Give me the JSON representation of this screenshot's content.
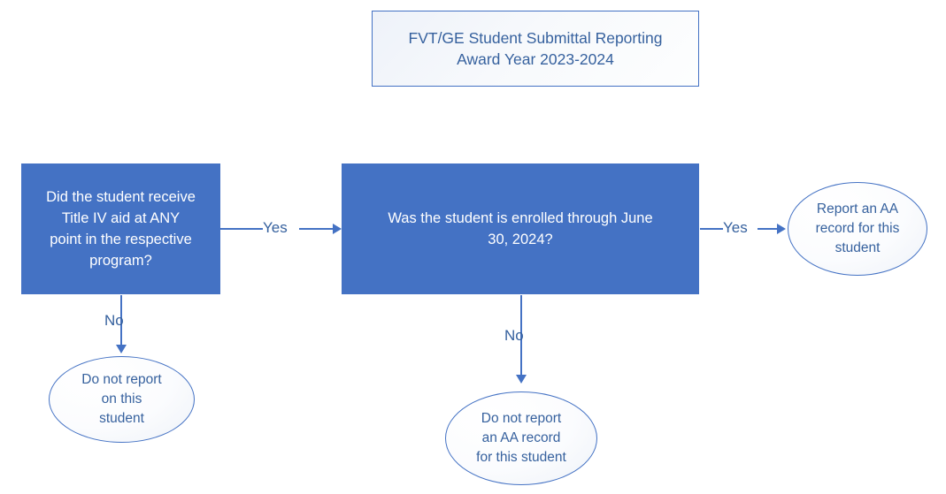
{
  "diagram": {
    "title_box": {
      "text": "FVT/GE Student Submittal Reporting\nAward Year 2023-2024",
      "border_color": "#4472C4",
      "text_color": "#36619E"
    },
    "nodes": [
      {
        "id": "titleiv",
        "shape": "rectangle",
        "text": "Did the student receive\nTitle IV aid at ANY\npoint in the respective\nprogram?",
        "fill": "#4472C4",
        "text_color": "#FFFFFF"
      },
      {
        "id": "enrolled",
        "shape": "rectangle",
        "text": "Was the student is enrolled through June\n30, 2024?",
        "fill": "#4472C4",
        "text_color": "#FFFFFF"
      },
      {
        "id": "report_aa",
        "shape": "ellipse",
        "text": "Report an AA\nrecord for this\nstudent",
        "fill": "#FFFFFF",
        "text_color": "#36619E"
      },
      {
        "id": "no_report",
        "shape": "ellipse",
        "text": "Do not report\non this\nstudent",
        "fill": "#FFFFFF",
        "text_color": "#36619E"
      },
      {
        "id": "no_aa_record",
        "shape": "ellipse",
        "text": "Do not report\nan AA record\nfor this student",
        "fill": "#FFFFFF",
        "text_color": "#36619E"
      }
    ],
    "edges": [
      {
        "id": "yes1",
        "from": "titleiv",
        "to": "enrolled",
        "label": "Yes",
        "direction": "right"
      },
      {
        "id": "no1",
        "from": "titleiv",
        "to": "no_report",
        "label": "No",
        "direction": "down"
      },
      {
        "id": "yes2",
        "from": "enrolled",
        "to": "report_aa",
        "label": "Yes",
        "direction": "right"
      },
      {
        "id": "no2",
        "from": "enrolled",
        "to": "no_aa_record",
        "label": "No",
        "direction": "down"
      }
    ],
    "accent_color": "#4472C4"
  }
}
